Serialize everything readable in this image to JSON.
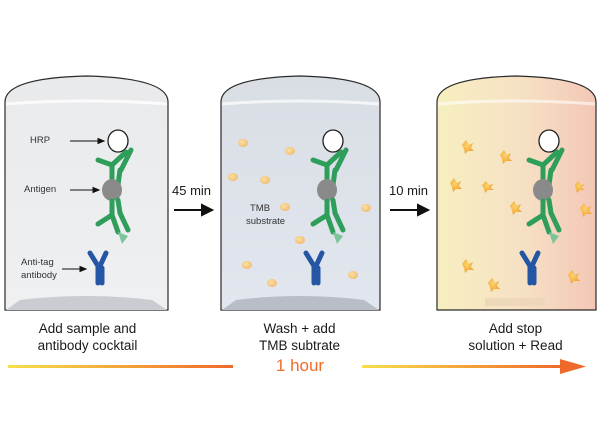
{
  "panel1": {
    "labels": {
      "hrp": "HRP",
      "antigen": "Antigen",
      "antitag_line1": "Anti-tag",
      "antitag_line2": "antibody"
    },
    "caption_line1": "Add sample and",
    "caption_line2": "antibody cocktail"
  },
  "step1": {
    "time": "45 min"
  },
  "panel2": {
    "labels": {
      "tmb_line1": "TMB",
      "tmb_line2": "substrate"
    },
    "caption_line1": "Wash + add",
    "caption_line2": "TMB subtrate"
  },
  "step2": {
    "time": "10 min"
  },
  "panel3": {
    "caption_line1": "Add stop",
    "caption_line2": "solution + Read"
  },
  "timeline": {
    "label": "1 hour"
  },
  "colors": {
    "green_antibody": "#2e9e5a",
    "blue_antibody": "#2456a4",
    "antigen_grey": "#8a8a8a",
    "substrate_orange": "#f0a030",
    "timeline_start": "#f7e04a",
    "timeline_end": "#ef6a2a"
  }
}
